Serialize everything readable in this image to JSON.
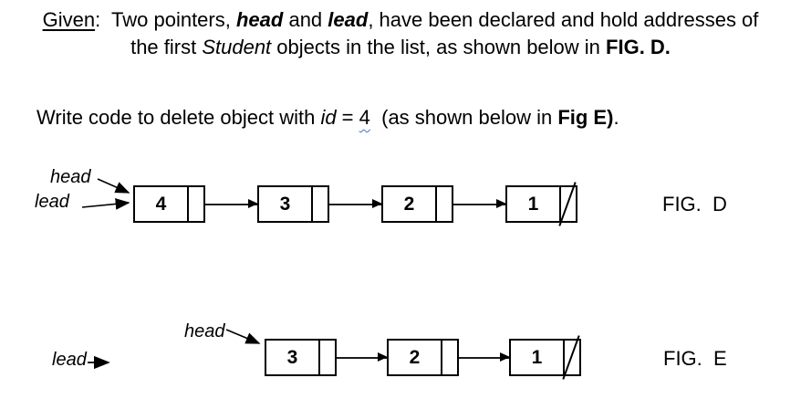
{
  "document": {
    "line1": {
      "given": "Given",
      "after_given": ":  Two pointers, ",
      "head": "head",
      "and": " and ",
      "lead": "lead",
      "tail": ", have been declared and hold addresses of"
    },
    "line2": {
      "pre": "the first ",
      "student": "Student",
      "mid": " objects in the list, as shown below in ",
      "fig_ref": "FIG. D."
    },
    "line3": {
      "pre": "Write code to delete object with ",
      "id_var": "id",
      "equals": " = ",
      "id_value": "4",
      "mid": "  (as shown below in ",
      "fig_ref": "Fig E)",
      "period": "."
    }
  },
  "figures": [
    {
      "id": "fig_d",
      "label": "FIG.  D",
      "head_pointer": "head",
      "lead_pointer": "lead",
      "nodes": [
        {
          "value": "4",
          "next": "pointer"
        },
        {
          "value": "3",
          "next": "pointer"
        },
        {
          "value": "2",
          "next": "pointer"
        },
        {
          "value": "1",
          "next": "null"
        }
      ]
    },
    {
      "id": "fig_e",
      "label": "FIG.  E",
      "head_pointer": "head",
      "lead_pointer": "lead",
      "nodes": [
        {
          "value": "3",
          "next": "pointer"
        },
        {
          "value": "2",
          "next": "pointer"
        },
        {
          "value": "1",
          "next": "null"
        }
      ]
    }
  ],
  "colors": {
    "ink": "#000000",
    "spellcheck_squiggle": "#4472C4"
  }
}
